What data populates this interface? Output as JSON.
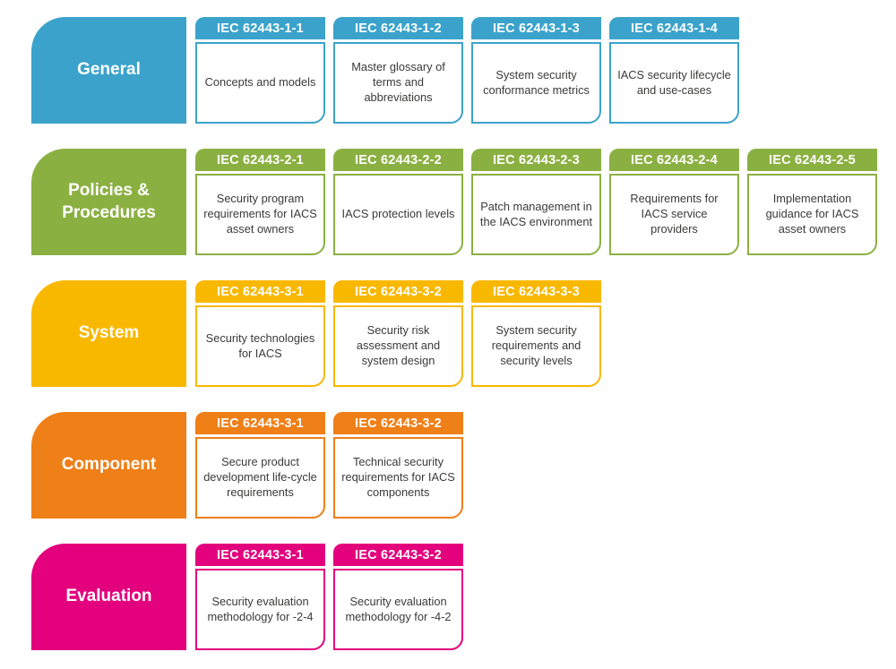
{
  "rows": [
    {
      "label": "General",
      "color": "#3ba3cb",
      "cards": [
        {
          "header": "IEC 62443-1-1",
          "body": "Concepts and models"
        },
        {
          "header": "IEC 62443-1-2",
          "body": "Master glossary of terms and abbreviations"
        },
        {
          "header": "IEC 62443-1-3",
          "body": "System security conformance metrics"
        },
        {
          "header": "IEC 62443-1-4",
          "body": "IACS security lifecycle and use-cases"
        }
      ]
    },
    {
      "label": "Policies & Procedures",
      "color": "#8bb042",
      "cards": [
        {
          "header": "IEC 62443-2-1",
          "body": "Security program requirements for IACS asset owners"
        },
        {
          "header": "IEC 62443-2-2",
          "body": "IACS protection levels"
        },
        {
          "header": "IEC 62443-2-3",
          "body": "Patch management in the IACS environment"
        },
        {
          "header": "IEC 62443-2-4",
          "body": "Requirements for IACS service providers"
        },
        {
          "header": "IEC 62443-2-5",
          "body": "Implementation guidance for IACS asset owners"
        }
      ]
    },
    {
      "label": "System",
      "color": "#f9b800",
      "cards": [
        {
          "header": "IEC 62443-3-1",
          "body": "Security technologies for IACS"
        },
        {
          "header": "IEC 62443-3-2",
          "body": "Security risk assessment and system design"
        },
        {
          "header": "IEC 62443-3-3",
          "body": "System security requirements and security levels"
        }
      ]
    },
    {
      "label": "Component",
      "color": "#ef7f17",
      "cards": [
        {
          "header": "IEC 62443-3-1",
          "body": "Secure product development life-cycle requirements"
        },
        {
          "header": "IEC 62443-3-2",
          "body": "Technical security requirements for IACS components"
        }
      ]
    },
    {
      "label": "Evaluation",
      "color": "#e3017d",
      "cards": [
        {
          "header": "IEC 62443-3-1",
          "body": "Security evaluation methodology for -2-4"
        },
        {
          "header": "IEC 62443-3-2",
          "body": "Security evaluation methodology for -4-2"
        }
      ]
    }
  ]
}
